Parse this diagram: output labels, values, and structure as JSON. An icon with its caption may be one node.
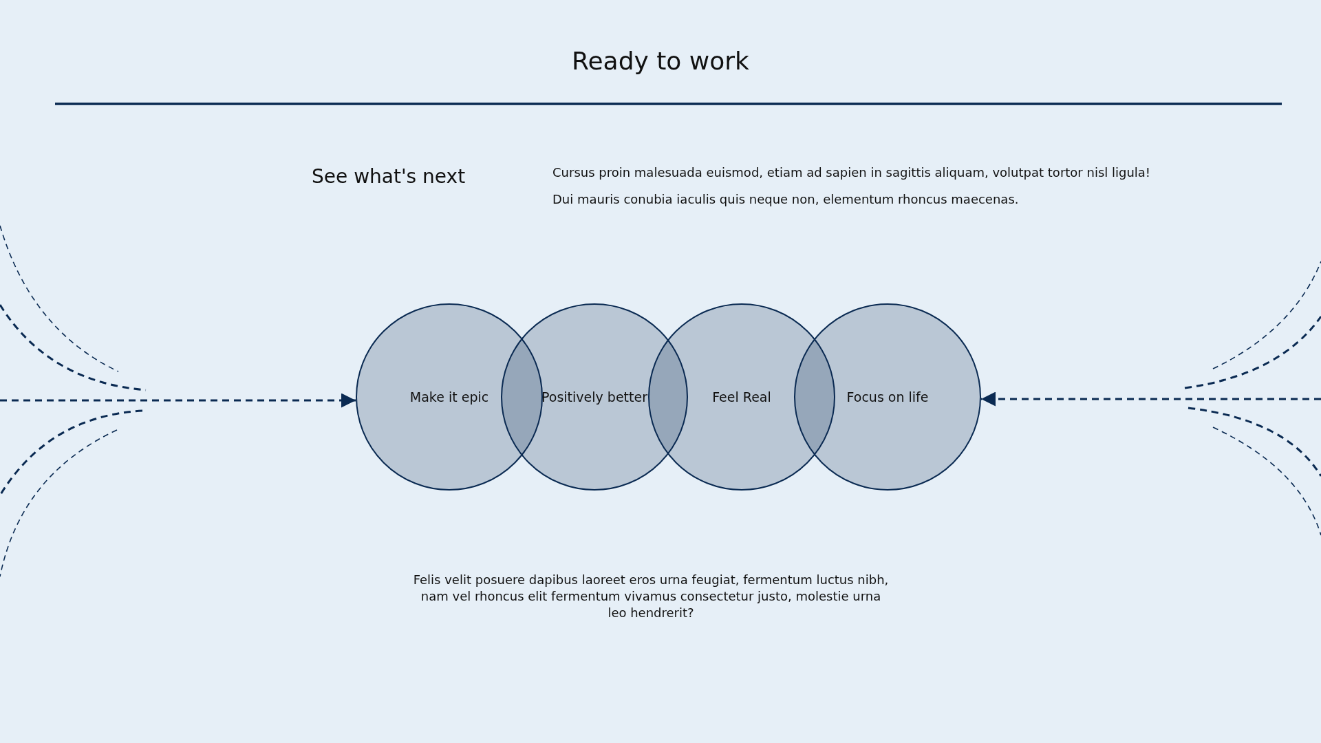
{
  "diagram": {
    "title": "Ready to work",
    "nodes": [
      {
        "text": [
          "Make it epic"
        ]
      },
      {
        "text": [
          "Positively better"
        ]
      },
      {
        "text": [
          "Feel Real"
        ]
      },
      {
        "text": [
          "Focus on life"
        ]
      }
    ],
    "edges": [
      {
        "from": null,
        "to": 0,
        "arrow": "to",
        "style": "dashed"
      },
      {
        "from": null,
        "to": 3,
        "arrow": "to",
        "style": "dashed"
      }
    ],
    "labels": [
      "See what's next",
      "Cursus proin malesuada euismod, etiam ad sapien in sagittis aliquam, volutpat tortor nisl ligula!",
      "Dui mauris conubia iaculis quis neque non, elementum rhoncus maecenas.",
      "Felis velit posuere dapibus laoreet eros urna feugiat, fermentum luctus nibh, nam vel rhoncus elit fermentum vivamus consectetur justo, molestie urna leo hendrerit?"
    ]
  }
}
